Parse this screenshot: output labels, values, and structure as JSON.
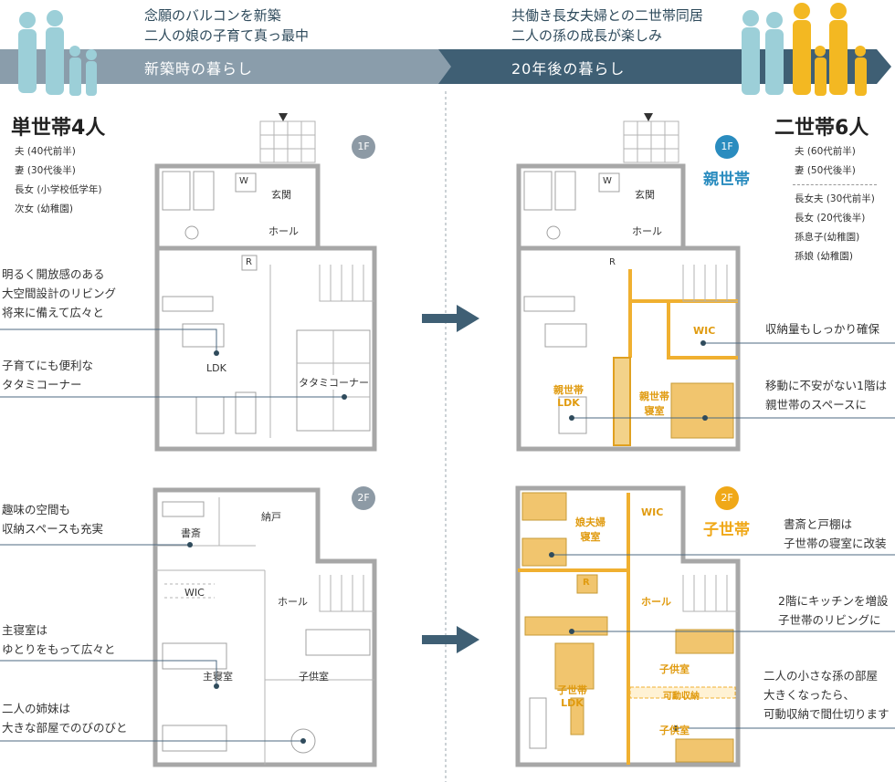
{
  "left": {
    "header_lines": [
      "念願のバルコンを新築",
      "二人の娘の子育て真っ最中"
    ],
    "band_label": "新築時の暮らし",
    "household_title": "単世帯4人",
    "members": [
      "夫 (40代前半)",
      "妻 (30代後半)",
      "長女 (小学校低学年)",
      "次女 (幼稚園)"
    ],
    "floor1": {
      "badge": "1F",
      "rooms": {
        "w": "W",
        "genkan": "玄関",
        "hall": "ホール",
        "r": "R",
        "ldk": "LDK",
        "tatami": "タタミコーナー"
      },
      "callouts": [
        [
          "明るく開放感のある",
          "大空間設計のリビング",
          "将来に備えて広々と"
        ],
        [
          "子育てにも便利な",
          "タタミコーナー"
        ]
      ]
    },
    "floor2": {
      "badge": "2F",
      "rooms": {
        "shosai": "書斎",
        "nando": "納戸",
        "wic": "WIC",
        "hall": "ホール",
        "master": "主寝室",
        "kids": "子供室"
      },
      "callouts": [
        [
          "趣味の空間も",
          "収納スペースも充実"
        ],
        [
          "主寝室は",
          "ゆとりをもって広々と"
        ],
        [
          "二人の姉妹は",
          "大きな部屋でのびのびと"
        ]
      ]
    }
  },
  "right": {
    "header_lines": [
      "共働き長女夫婦との二世帯同居",
      "二人の孫の成長が楽しみ"
    ],
    "band_label": "20年後の暮らし",
    "household_title": "二世帯6人",
    "members_group1": [
      "夫 (60代前半)",
      "妻 (50代後半)"
    ],
    "members_group2": [
      "長女夫 (30代前半)",
      "長女 (20代後半)",
      "孫息子(幼稚園)",
      "孫娘 (幼稚園)"
    ],
    "floor1": {
      "badge": "1F",
      "badge_label": "親世帯",
      "rooms": {
        "w": "W",
        "genkan": "玄関",
        "hall": "ホール",
        "r": "R",
        "wic": "WIC",
        "oya_ldk_1": "親世帯",
        "oya_ldk_2": "LDK",
        "oya_bed_1": "親世帯",
        "oya_bed_2": "寝室"
      },
      "callouts": [
        [
          "収納量もしっかり確保"
        ],
        [
          "移動に不安がない1階は",
          "親世帯のスペースに"
        ]
      ]
    },
    "floor2": {
      "badge": "2F",
      "badge_label": "子世帯",
      "rooms": {
        "musume_1": "娘夫婦",
        "musume_2": "寝室",
        "wic": "WIC",
        "r": "R",
        "hall": "ホール",
        "ko_ldk_1": "子世帯",
        "ko_ldk_2": "LDK",
        "kids1": "子供室",
        "kadou": "可動収納",
        "kids2": "子供室"
      },
      "callouts": [
        [
          "書斎と戸棚は",
          "子世帯の寝室に改装"
        ],
        [
          "2階にキッチンを増設",
          "子世帯のリビングに"
        ],
        [
          "二人の小さな孫の部屋",
          "大きくなったら、",
          "可動収納で間仕切ります"
        ]
      ]
    }
  },
  "colors": {
    "band_left": "#8a9dab",
    "band_right": "#3f5f74",
    "arrow": "#3f5f74",
    "accent_orange": "#f0a818",
    "accent_teal": "#2a8cbf",
    "badge_gray": "#8d9aa5",
    "family_blue": "#9ccfd8"
  }
}
